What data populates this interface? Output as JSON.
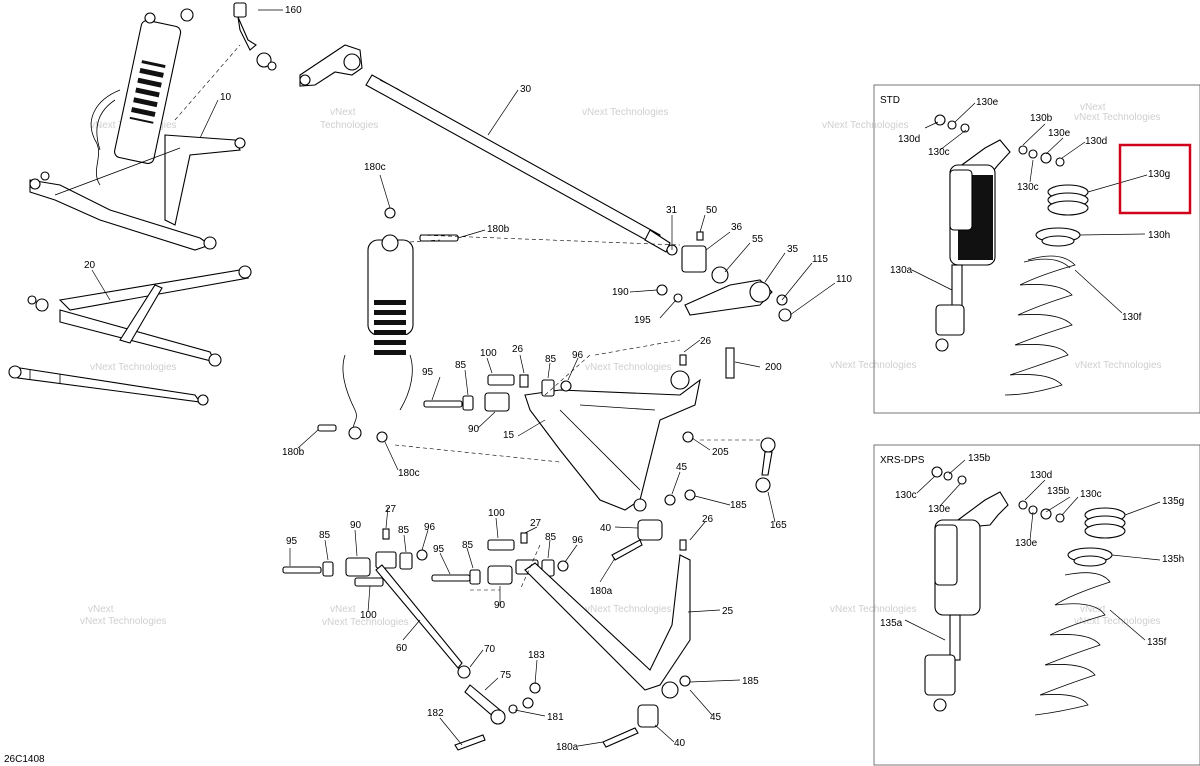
{
  "diagram_code": "26C1408",
  "watermark": {
    "line1": "vNext",
    "line2": "Technologies",
    "single": "vNext Technologies"
  },
  "panels": {
    "std": {
      "title": "STD"
    },
    "xrs": {
      "title": "XRS-DPS"
    }
  },
  "labels": {
    "l160": "160",
    "l10": "10",
    "l30": "30",
    "l20": "20",
    "l31": "31",
    "l50": "50",
    "l36": "36",
    "l55": "55",
    "l35": "35",
    "l115": "115",
    "l110": "110",
    "l190": "190",
    "l195": "195",
    "l180c_top": "180c",
    "l180b_top": "180b",
    "l180b_bot": "180b",
    "l180c_bot": "180c",
    "l100_a": "100",
    "l26_a": "26",
    "l85_a": "85",
    "l96_a": "96",
    "l95_a": "95",
    "l85_b": "85",
    "l90_a": "90",
    "l15": "15",
    "l26_b": "26",
    "l200": "200",
    "l205": "205",
    "l165": "165",
    "l45_a": "45",
    "l185_a": "185",
    "l40_a": "40",
    "l26_c": "26",
    "l180a_a": "180a",
    "l27_a": "27",
    "l90_b": "90",
    "l95_b": "95",
    "l85_c": "85",
    "l85_d": "85",
    "l96_b": "96",
    "l100_b": "100",
    "l27_b": "27",
    "l95_c": "95",
    "l85_e": "85",
    "l85_f": "85",
    "l96_c": "96",
    "l100_c": "100",
    "l90_c": "90",
    "l60": "60",
    "l70": "70",
    "l75": "75",
    "l183": "183",
    "l182": "182",
    "l181": "181",
    "l25": "25",
    "l185_b": "185",
    "l45_b": "45",
    "l40_b": "40",
    "l180a_b": "180a",
    "l130e_a": "130e",
    "l130d_a": "130d",
    "l130c_a": "130c",
    "l130b": "130b",
    "l130e_b": "130e",
    "l130d_b": "130d",
    "l130c_b": "130c",
    "l130g": "130g",
    "l130h": "130h",
    "l130a": "130a",
    "l130f": "130f",
    "l135b_a": "135b",
    "l130c_x1": "130c",
    "l130e_x1": "130e",
    "l130d_x": "130d",
    "l135b_b": "135b",
    "l130c_x2": "130c",
    "l130e_x2": "130e",
    "l135g": "135g",
    "l135h": "135h",
    "l135a": "135a",
    "l135f": "135f"
  },
  "highlight": {
    "target": "130g",
    "color": "#d0021b"
  }
}
